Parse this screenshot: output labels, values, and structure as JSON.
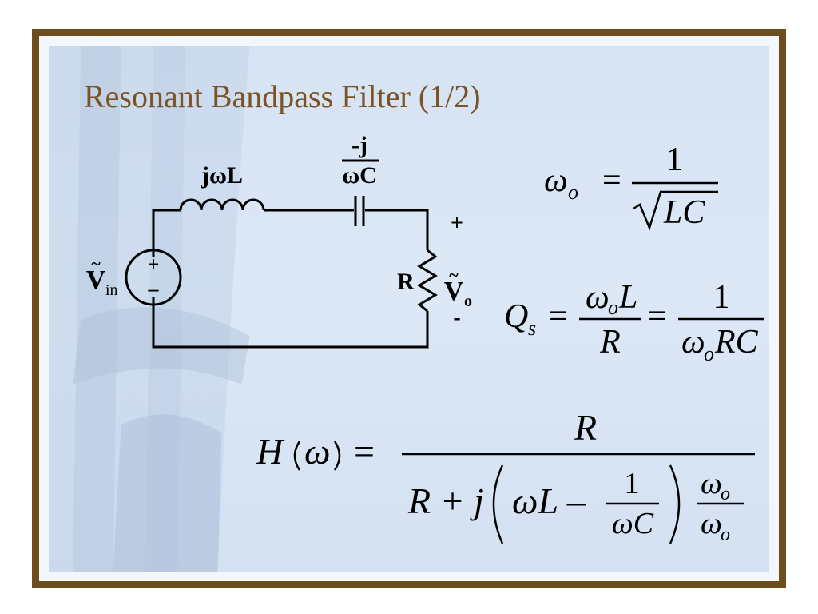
{
  "slide": {
    "title": "Resonant Bandpass Filter  (1/2)"
  },
  "circuit": {
    "inductor_label": "jωL",
    "capacitor_numerator": "-j",
    "capacitor_denominator": "ωC",
    "resistor_label": "R",
    "source_plus": "+",
    "source_minus": "–",
    "vin_symbol": "V",
    "vin_subscript": "in",
    "vo_symbol": "V",
    "vo_subscript": "o",
    "output_plus": "+",
    "output_minus": "-"
  },
  "equations": {
    "omega_o": {
      "lhs": "ω",
      "lhs_sub": "o",
      "equals": "=",
      "numerator": "1",
      "radicand": "LC"
    },
    "q_s": {
      "lhs": "Q",
      "lhs_sub": "s",
      "eq1": "=",
      "frac1_num_a": "ω",
      "frac1_num_sub": "o",
      "frac1_num_b": "L",
      "frac1_den": "R",
      "eq2": "=",
      "frac2_num": "1",
      "frac2_den_a": "ω",
      "frac2_den_sub": "o",
      "frac2_den_b": "RC"
    },
    "transfer": {
      "lhs_h": "H",
      "lhs_arg": "ω",
      "equals": "=",
      "numerator": "R",
      "den_r_plus_j": "R + j",
      "den_omega_l": "ωL –",
      "inner_num": "1",
      "inner_den": "ωC",
      "ratio_num": "ω",
      "ratio_num_sub": "o",
      "ratio_den": "ω",
      "ratio_den_sub": "o"
    }
  },
  "colors": {
    "frame_border": "#6e4d1c",
    "title": "#7b5325",
    "ink": "#000000",
    "panel": "#d6e3f3"
  }
}
